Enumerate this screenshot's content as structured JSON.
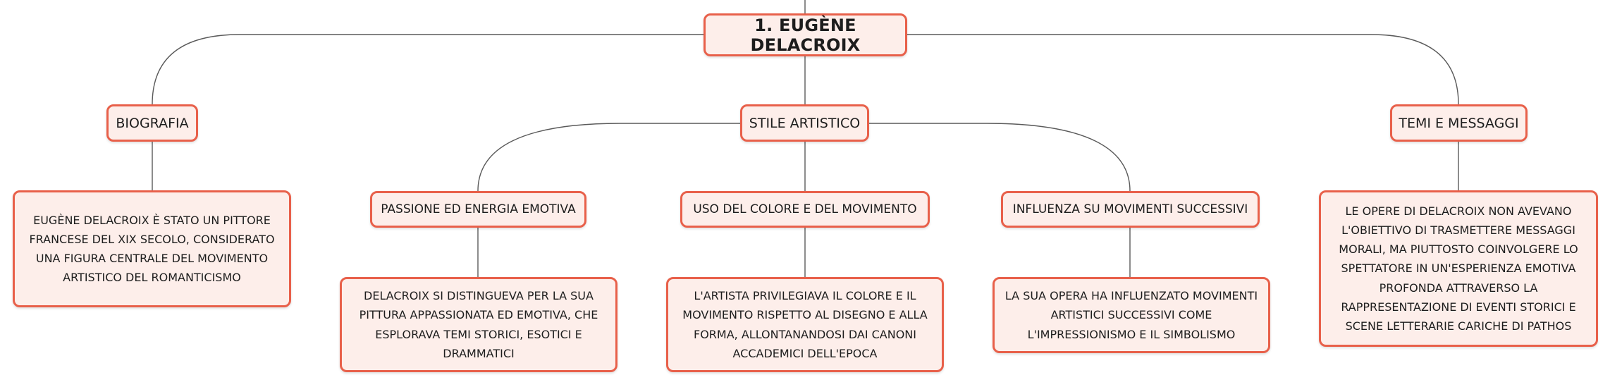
{
  "root": {
    "label": "1. EUGÈNE DELACROIX"
  },
  "branches": {
    "biografia": {
      "label": "BIOGRAFIA",
      "text": "EUGÈNE DELACROIX È STATO UN PITTORE FRANCESE DEL XIX SECOLO, CONSIDERATO UNA FIGURA CENTRALE DEL MOVIMENTO ARTISTICO DEL ROMANTICISMO"
    },
    "stile": {
      "label": "STILE ARTISTICO",
      "children": {
        "passione": {
          "label": "PASSIONE ED ENERGIA EMOTIVA",
          "text": "DELACROIX SI DISTINGUEVA PER LA SUA PITTURA APPASSIONATA ED EMOTIVA, CHE ESPLORAVA TEMI STORICI, ESOTICI E DRAMMATICI"
        },
        "colore": {
          "label": "USO DEL COLORE E DEL MOVIMENTO",
          "text": "L'ARTISTA PRIVILEGIAVA IL COLORE E IL MOVIMENTO RISPETTO AL DISEGNO E ALLA FORMA, ALLONTANANDOSI DAI CANONI ACCADEMICI DELL'EPOCA"
        },
        "influenza": {
          "label": "INFLUENZA SU MOVIMENTI SUCCESSIVI",
          "text": "LA SUA OPERA HA INFLUENZATO MOVIMENTI ARTISTICI SUCCESSIVI COME L'IMPRESSIONISMO E IL SIMBOLISMO"
        }
      }
    },
    "temi": {
      "label": "TEMI E MESSAGGI",
      "text": "LE OPERE DI DELACROIX NON AVEVANO L'OBIETTIVO DI TRASMETTERE MESSAGGI MORALI, MA PIUTTOSTO COINVOLGERE LO SPETTATORE IN UN'ESPERIENZA EMOTIVA PROFONDA ATTRAVERSO LA RAPPRESENTAZIONE DI EVENTI STORICI E SCENE LETTERARIE CARICHE DI PATHOS"
    }
  },
  "colors": {
    "node_border": "#e8604a",
    "node_fill": "#fdeeea",
    "connector": "#5a5a5a"
  }
}
